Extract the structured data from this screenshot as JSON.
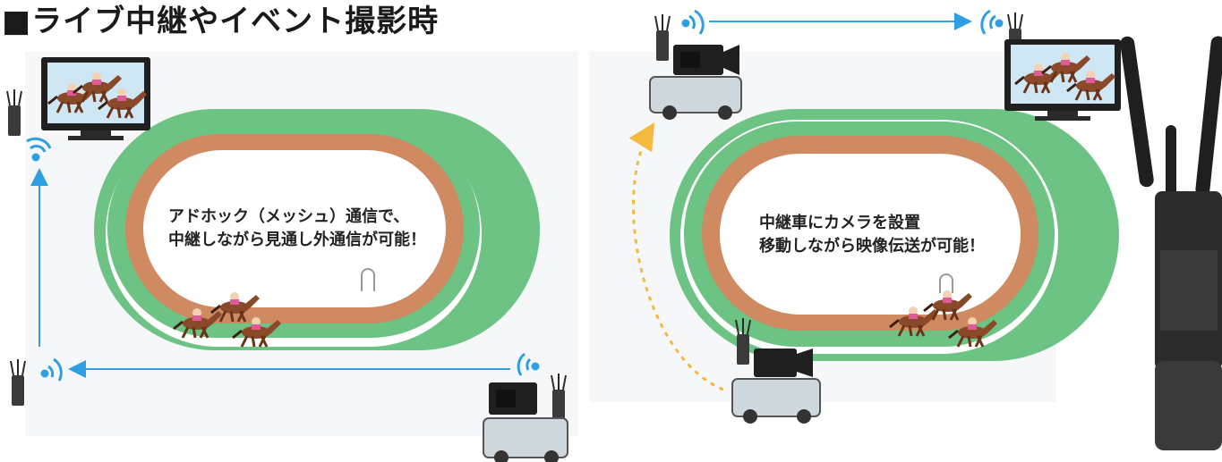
{
  "title": "■ライブ中継やイベント撮影時",
  "left_panel": {
    "caption_line1": "アドホック（メッシュ）通信で、",
    "caption_line2": "中継しながら見通し外通信が可能！"
  },
  "right_panel": {
    "caption_line1": "中継車にカメラを設置",
    "caption_line2": "移動しながら映像伝送が可能！"
  },
  "colors": {
    "track_green": "#6cc383",
    "track_brown": "#cf8a62",
    "signal_blue": "#2e9fe0",
    "path_orange": "#f5b940"
  }
}
